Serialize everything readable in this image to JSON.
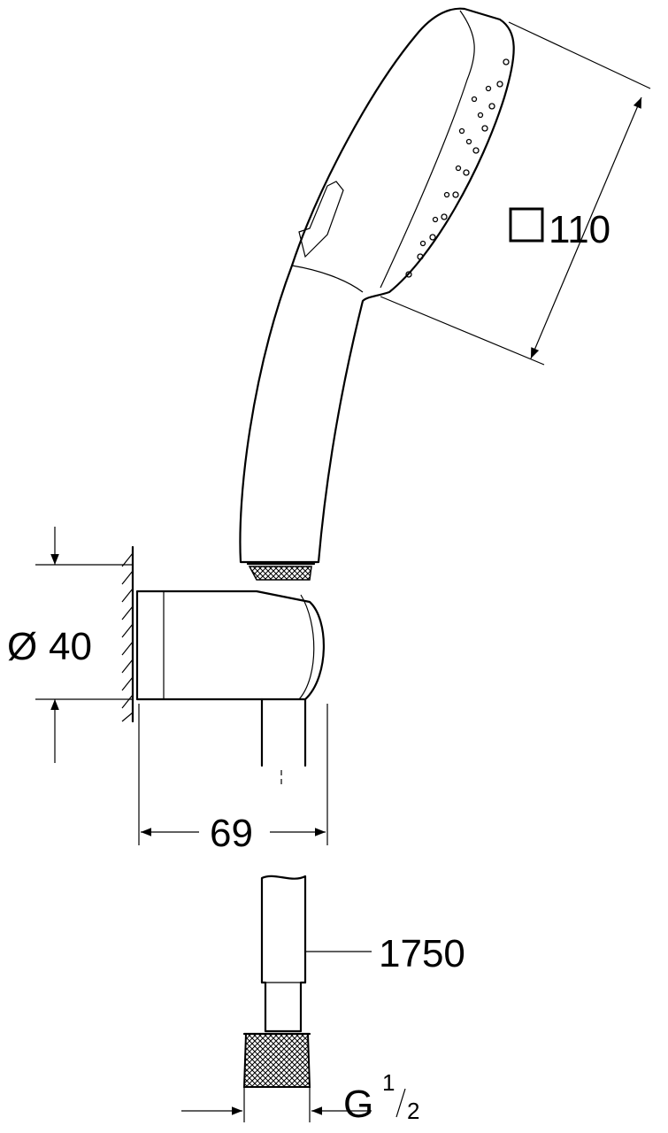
{
  "dimensions": {
    "head_size": {
      "symbol": "□",
      "value": "110"
    },
    "holder_diameter": {
      "symbol": "Ø",
      "value": "40"
    },
    "projection": {
      "value": "69"
    },
    "hose_length": {
      "value": "1750"
    },
    "thread": {
      "letter": "G",
      "numerator": "1",
      "denominator": "2"
    }
  }
}
